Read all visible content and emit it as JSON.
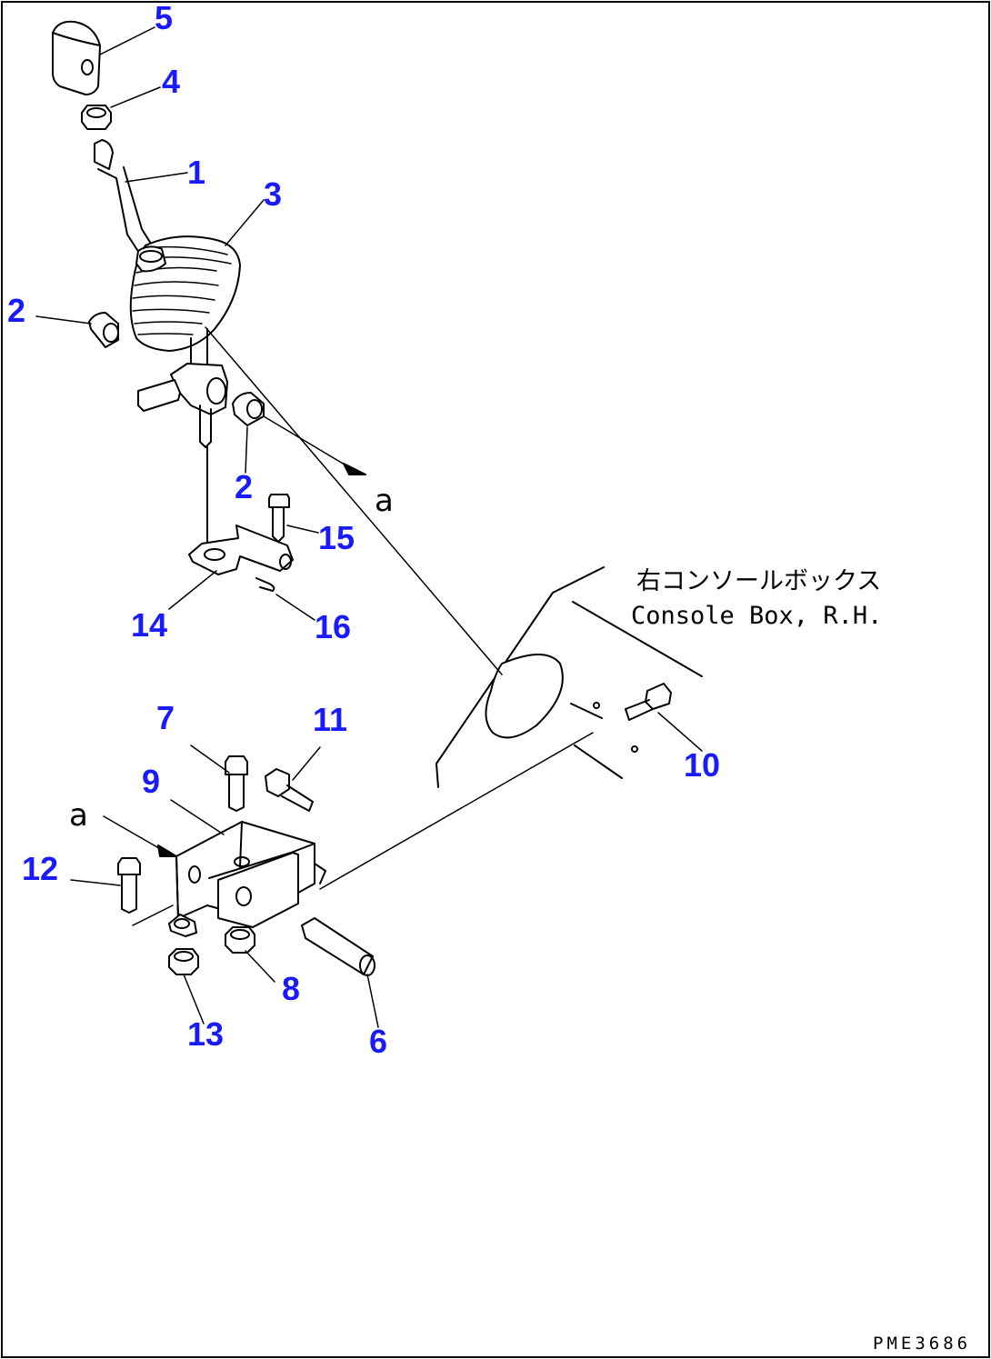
{
  "diagram": {
    "console_label_jp": "右コンソールボックス",
    "console_label_en": "Console Box, R.H.",
    "view_ref": "a",
    "drawing_code": "PME3686",
    "part_numbers": [
      "5",
      "4",
      "1",
      "3",
      "2",
      "2",
      "15",
      "14",
      "16",
      "7",
      "11",
      "9",
      "12",
      "10",
      "8",
      "13",
      "6"
    ]
  }
}
